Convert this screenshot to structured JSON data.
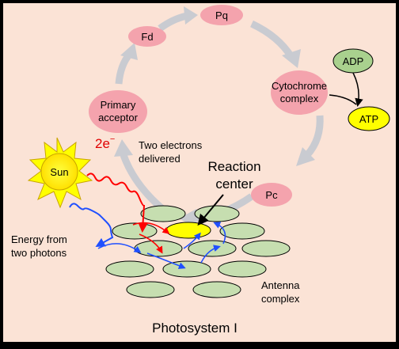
{
  "title": "Photosystem I",
  "nodes": {
    "fd": "Fd",
    "pq": "Pq",
    "cytochrome_line1": "Cytochrome",
    "cytochrome_line2": "complex",
    "pc": "Pc",
    "primary_line1": "Primary",
    "primary_line2": "acceptor",
    "adp": "ADP",
    "atp": "ATP",
    "sun": "Sun"
  },
  "labels": {
    "two_e": "2e",
    "two_e_sup": "−",
    "electrons_line1": "Two electrons",
    "electrons_line2": "delivered",
    "reaction_line1": "Reaction",
    "reaction_line2": "center",
    "energy_line1": "Energy from",
    "energy_line2": "two photons",
    "antenna_line1": "Antenna",
    "antenna_line2": "complex"
  },
  "colors": {
    "background": "#fbe3d6",
    "node_pink": "#f4a3ad",
    "disk_green": "#c6deb0",
    "reaction_yellow": "#ffff00",
    "arrow_grey": "#c9cbd1",
    "adp_green": "#a9d18e",
    "photon_red": "#ff0000",
    "photon_blue": "#1f4fff"
  }
}
